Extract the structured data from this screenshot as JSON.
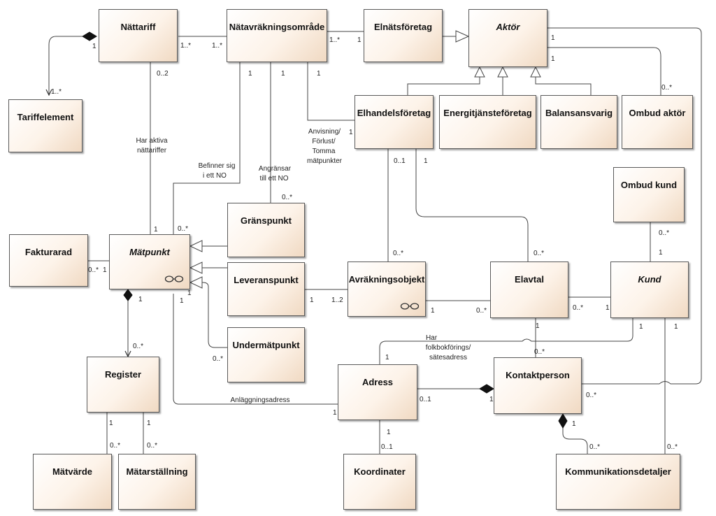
{
  "classes": {
    "nattariff": "Nättariff",
    "natavrakningsomrade": "Nätavräkningsområde",
    "elnatsforetag": "Elnätsföretag",
    "aktor": "Aktör",
    "tariffelement": "Tariffelement",
    "elhandelsforetag": "Elhandelsföretag",
    "energitjanstforetag": "Energitjänsteföretag",
    "balansansvarig": "Balansansvarig",
    "ombud_aktor": "Ombud aktör",
    "ombud_kund": "Ombud kund",
    "fakturarad": "Fakturarad",
    "matpunkt": "Mätpunkt",
    "granspunkt": "Gränspunkt",
    "leveranspunkt": "Leveranspunkt",
    "avrakningsobjekt": "Avräkningsobjekt",
    "elavtal": "Elavtal",
    "kund": "Kund",
    "undermatpunkt": "Undermätpunkt",
    "register": "Register",
    "adress": "Adress",
    "kontaktperson": "Kontaktperson",
    "matvarde": "Mätvärde",
    "matarstallning": "Mätarställning",
    "koordinater": "Koordinater",
    "kommunikationsdetaljer": "Kommunikationsdetaljer"
  },
  "labels": {
    "har_aktiva_1": "Har aktiva",
    "har_aktiva_2": "nättariffer",
    "befinner_1": "Befinner sig",
    "befinner_2": "i ett NO",
    "angransar_1": "Angränsar",
    "angransar_2": "till ett NO",
    "anvisning_1": "Anvisning/",
    "anvisning_2": "Förlust/",
    "anvisning_3": "Tomma",
    "anvisning_4": "mätpunkter",
    "folkbok_1": "Har",
    "folkbok_2": "folkbokförings/",
    "folkbok_3": "sätesadress",
    "anlaggning": "Anläggningsadress"
  },
  "multiplicities": {
    "m1": "1",
    "m2": "1..*",
    "m3": "1..*",
    "m4": "1",
    "m5": "1..*",
    "m6": "1",
    "m7": "1..*",
    "m8": "0..2",
    "m9": "1",
    "m10": "1",
    "m11": "1",
    "m12": "1",
    "m13": "1",
    "m14": "1",
    "m15": "0..*",
    "m16": "1",
    "m17": "0..*",
    "m18": "0..1",
    "m19": "1",
    "m20": "0..*",
    "m21": "0..*",
    "m22": "1",
    "m23": "0..*",
    "m24": "1",
    "m25": "0..*",
    "m26": "1",
    "m27": "1",
    "m28": "0..*",
    "m29": "1",
    "m30": "1..2",
    "m31": "1",
    "m32": "0..*",
    "m33": "0..*",
    "m34": "1",
    "m35": "1",
    "m36": "1",
    "m37": "1",
    "m38": "0..*",
    "m39": "1",
    "m40": "0..*",
    "m41": "1",
    "m42": "0..*",
    "m43": "1",
    "m44": "0..*",
    "m45": "1",
    "m46": "0..1",
    "m47": "1",
    "m48": "1",
    "m49": "0..1",
    "m50": "1",
    "m51": "0..*",
    "m52": "0..*",
    "m53": "0..*",
    "m54": "1",
    "m55": "0..*"
  }
}
